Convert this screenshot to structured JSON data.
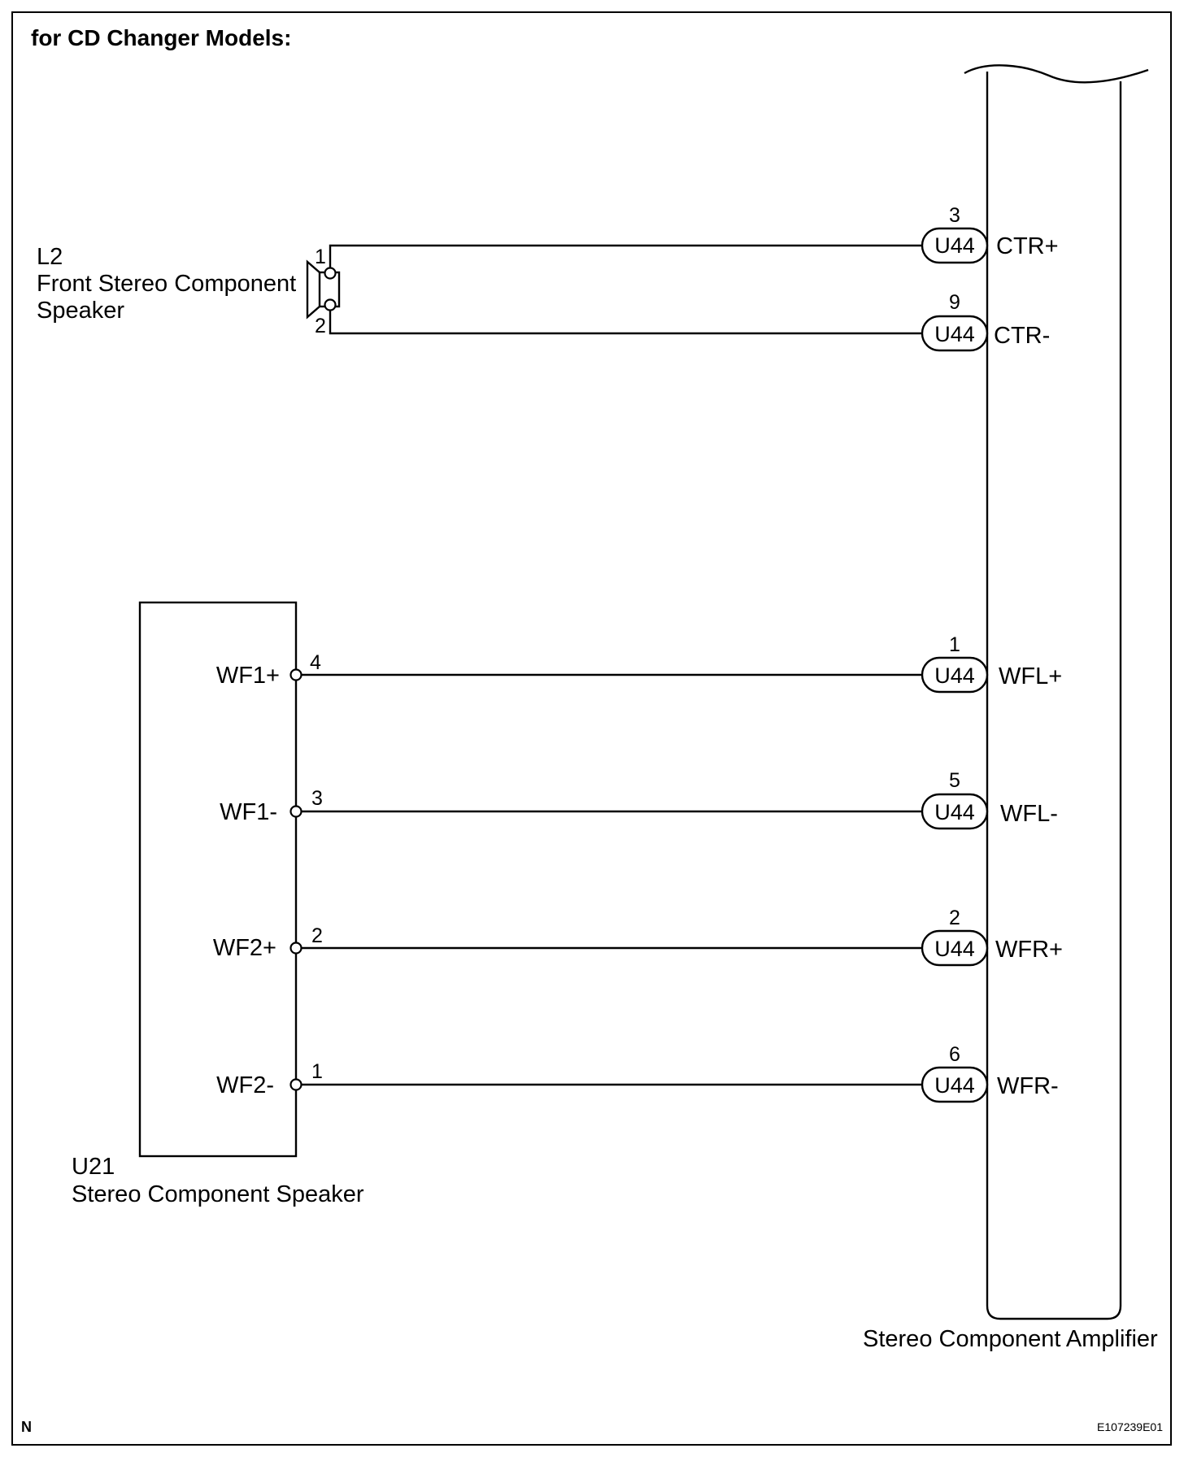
{
  "header": {
    "title": "for CD Changer Models:"
  },
  "front_speaker": {
    "id": "L2",
    "name_line1": "Front Stereo Component",
    "name_line2": "Speaker",
    "pins": [
      "1",
      "2"
    ]
  },
  "component_speaker": {
    "id": "U21",
    "name": "Stereo Component Speaker",
    "terminals": [
      {
        "label": "WF1+",
        "pin": "4"
      },
      {
        "label": "WF1-",
        "pin": "3"
      },
      {
        "label": "WF2+",
        "pin": "2"
      },
      {
        "label": "WF2-",
        "pin": "1"
      }
    ]
  },
  "amplifier": {
    "name": "Stereo Component Amplifier",
    "connectors": [
      {
        "connector": "U44",
        "pin": "3",
        "terminal": "CTR+"
      },
      {
        "connector": "U44",
        "pin": "9",
        "terminal": "CTR-"
      },
      {
        "connector": "U44",
        "pin": "1",
        "terminal": "WFL+"
      },
      {
        "connector": "U44",
        "pin": "5",
        "terminal": "WFL-"
      },
      {
        "connector": "U44",
        "pin": "2",
        "terminal": "WFR+"
      },
      {
        "connector": "U44",
        "pin": "6",
        "terminal": "WFR-"
      }
    ]
  },
  "footer": {
    "left_mark": "N",
    "figure_code": "E107239E01"
  }
}
